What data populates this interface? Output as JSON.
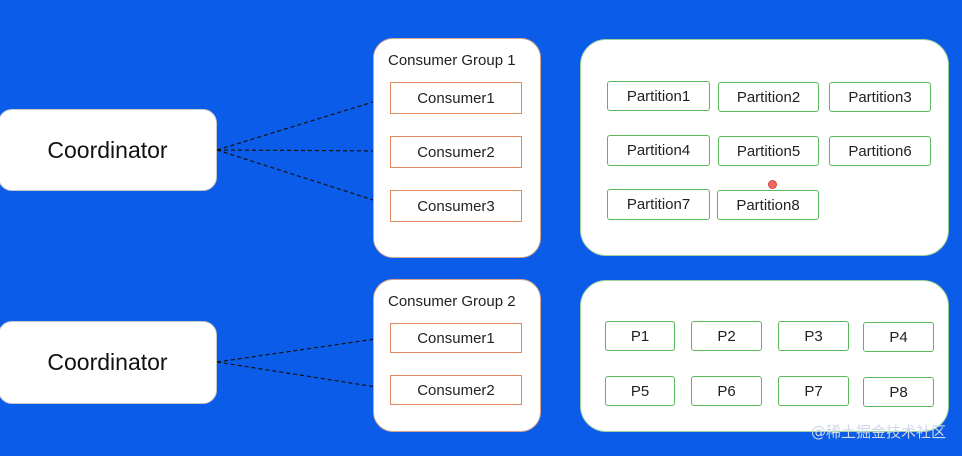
{
  "coordinators": [
    {
      "label": "Coordinator"
    },
    {
      "label": "Coordinator"
    }
  ],
  "groups": [
    {
      "title": "Consumer Group 1",
      "consumers": [
        "Consumer1",
        "Consumer2",
        "Consumer3"
      ]
    },
    {
      "title": "Consumer Group 2",
      "consumers": [
        "Consumer1",
        "Consumer2"
      ]
    }
  ],
  "partition_sets": [
    {
      "partitions": [
        "Partition1",
        "Partition2",
        "Partition3",
        "Partition4",
        "Partition5",
        "Partition6",
        "Partition7",
        "Partition8"
      ]
    },
    {
      "partitions": [
        "P1",
        "P2",
        "P3",
        "P4",
        "P5",
        "P6",
        "P7",
        "P8"
      ]
    }
  ],
  "watermark": "@稀土掘金技术社区",
  "colors": {
    "background": "#0b5ce8",
    "consumer_border": "#e0885e",
    "partition_border": "#5bb85a"
  }
}
